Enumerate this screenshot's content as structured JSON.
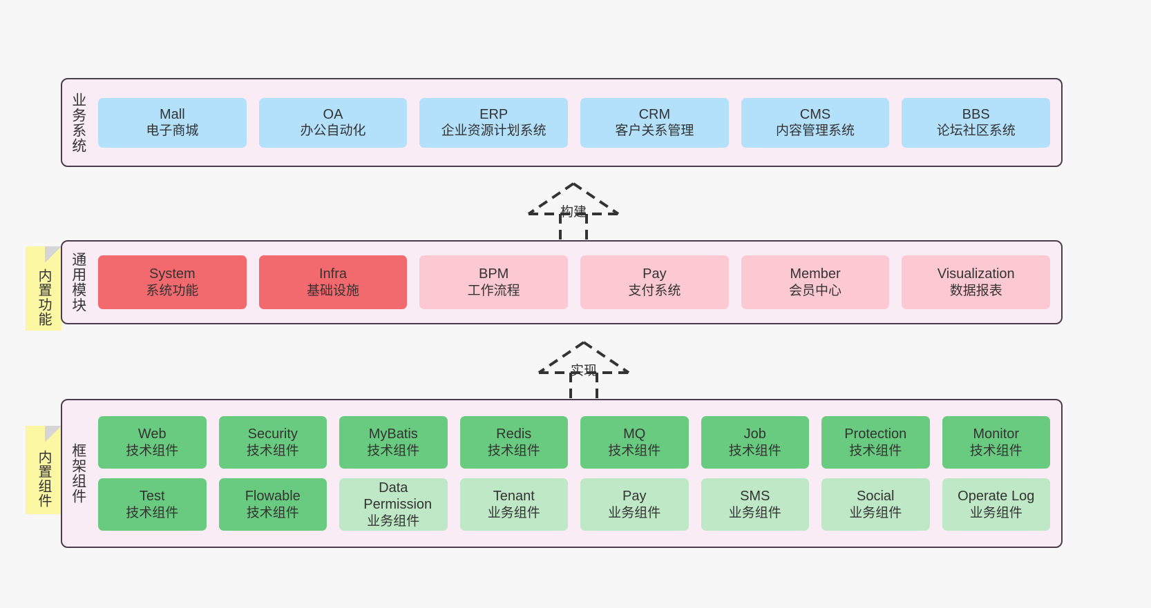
{
  "diagram": {
    "layers": [
      {
        "id": "business",
        "title": "业务系统",
        "rows": [
          {
            "cells": [
              {
                "en": "Mall",
                "cn": "电子商城",
                "style": "c-blue"
              },
              {
                "en": "OA",
                "cn": "办公自动化",
                "style": "c-blue"
              },
              {
                "en": "ERP",
                "cn": "企业资源计划系统",
                "style": "c-blue"
              },
              {
                "en": "CRM",
                "cn": "客户关系管理",
                "style": "c-blue"
              },
              {
                "en": "CMS",
                "cn": "内容管理系统",
                "style": "c-blue"
              },
              {
                "en": "BBS",
                "cn": "论坛社区系统",
                "style": "c-blue"
              }
            ]
          }
        ]
      },
      {
        "id": "common-modules",
        "title": "通用模块",
        "sticky": "内置功能",
        "rows": [
          {
            "cells": [
              {
                "en": "System",
                "cn": "系统功能",
                "style": "c-red-strong"
              },
              {
                "en": "Infra",
                "cn": "基础设施",
                "style": "c-red-strong"
              },
              {
                "en": "BPM",
                "cn": "工作流程",
                "style": "c-red-light"
              },
              {
                "en": "Pay",
                "cn": "支付系统",
                "style": "c-red-light"
              },
              {
                "en": "Member",
                "cn": "会员中心",
                "style": "c-red-light"
              },
              {
                "en": "Visualization",
                "cn": "数据报表",
                "style": "c-red-light"
              }
            ]
          }
        ]
      },
      {
        "id": "framework-components",
        "title": "框架组件",
        "sticky": "内置组件",
        "rows": [
          {
            "cells": [
              {
                "en": "Web",
                "cn": "技术组件",
                "style": "c-green-strong"
              },
              {
                "en": "Security",
                "cn": "技术组件",
                "style": "c-green-strong"
              },
              {
                "en": "MyBatis",
                "cn": "技术组件",
                "style": "c-green-strong"
              },
              {
                "en": "Redis",
                "cn": "技术组件",
                "style": "c-green-strong"
              },
              {
                "en": "MQ",
                "cn": "技术组件",
                "style": "c-green-strong"
              },
              {
                "en": "Job",
                "cn": "技术组件",
                "style": "c-green-strong"
              },
              {
                "en": "Protection",
                "cn": "技术组件",
                "style": "c-green-strong"
              },
              {
                "en": "Monitor",
                "cn": "技术组件",
                "style": "c-green-strong"
              }
            ]
          },
          {
            "cells": [
              {
                "en": "Test",
                "cn": "技术组件",
                "style": "c-green-strong"
              },
              {
                "en": "Flowable",
                "cn": "技术组件",
                "style": "c-green-strong"
              },
              {
                "en": "Data Permission",
                "cn": "业务组件",
                "style": "c-green-light"
              },
              {
                "en": "Tenant",
                "cn": "业务组件",
                "style": "c-green-light"
              },
              {
                "en": "Pay",
                "cn": "业务组件",
                "style": "c-green-light"
              },
              {
                "en": "SMS",
                "cn": "业务组件",
                "style": "c-green-light"
              },
              {
                "en": "Social",
                "cn": "业务组件",
                "style": "c-green-light"
              },
              {
                "en": "Operate Log",
                "cn": "业务组件",
                "style": "c-green-light"
              }
            ]
          }
        ]
      }
    ],
    "connectors": [
      {
        "id": "build",
        "label": "构建"
      },
      {
        "id": "implement",
        "label": "实现"
      }
    ],
    "colors": {
      "panel_bg": "#f9ecf5",
      "panel_border": "#4b3b4b",
      "business": "#b3e0fb",
      "module_strong": "#f2696e",
      "module_light": "#fcc9d2",
      "component_tech": "#69cb7f",
      "component_biz": "#bfe8c6",
      "sticky": "#fbf7a3",
      "canvas": "#f7f7f7"
    }
  }
}
